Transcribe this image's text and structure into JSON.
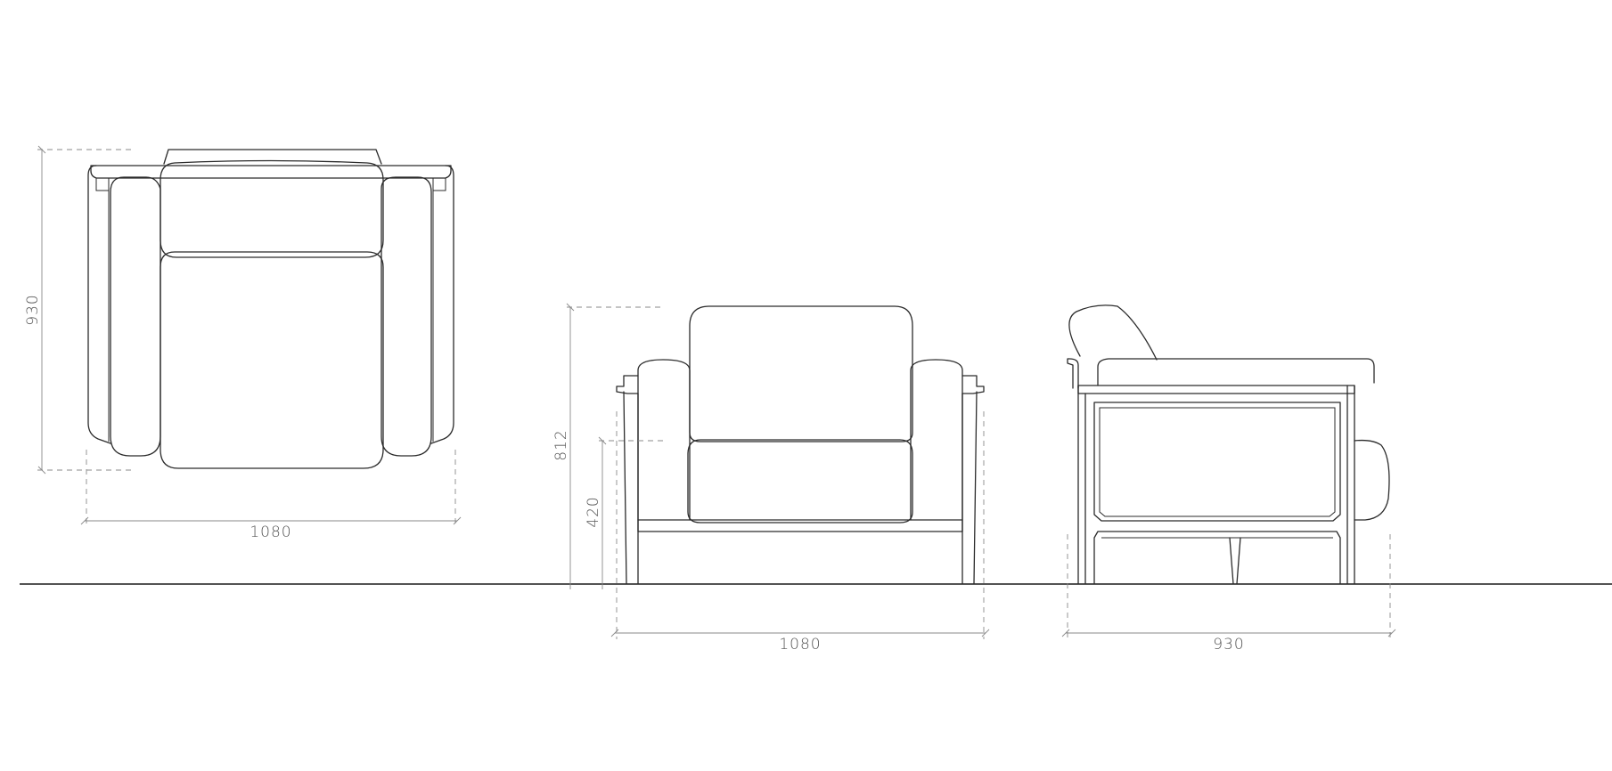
{
  "top_view": {
    "depth_label": "930",
    "width_label": "1080"
  },
  "front_view": {
    "height_label": "812",
    "seat_height_label": "420",
    "width_label": "1080"
  },
  "side_view": {
    "depth_label": "930"
  },
  "colors": {
    "line": "#2b2b2b",
    "dimension": "#8a8a8a",
    "ground": "#1a1a1a",
    "background": "#ffffff"
  }
}
